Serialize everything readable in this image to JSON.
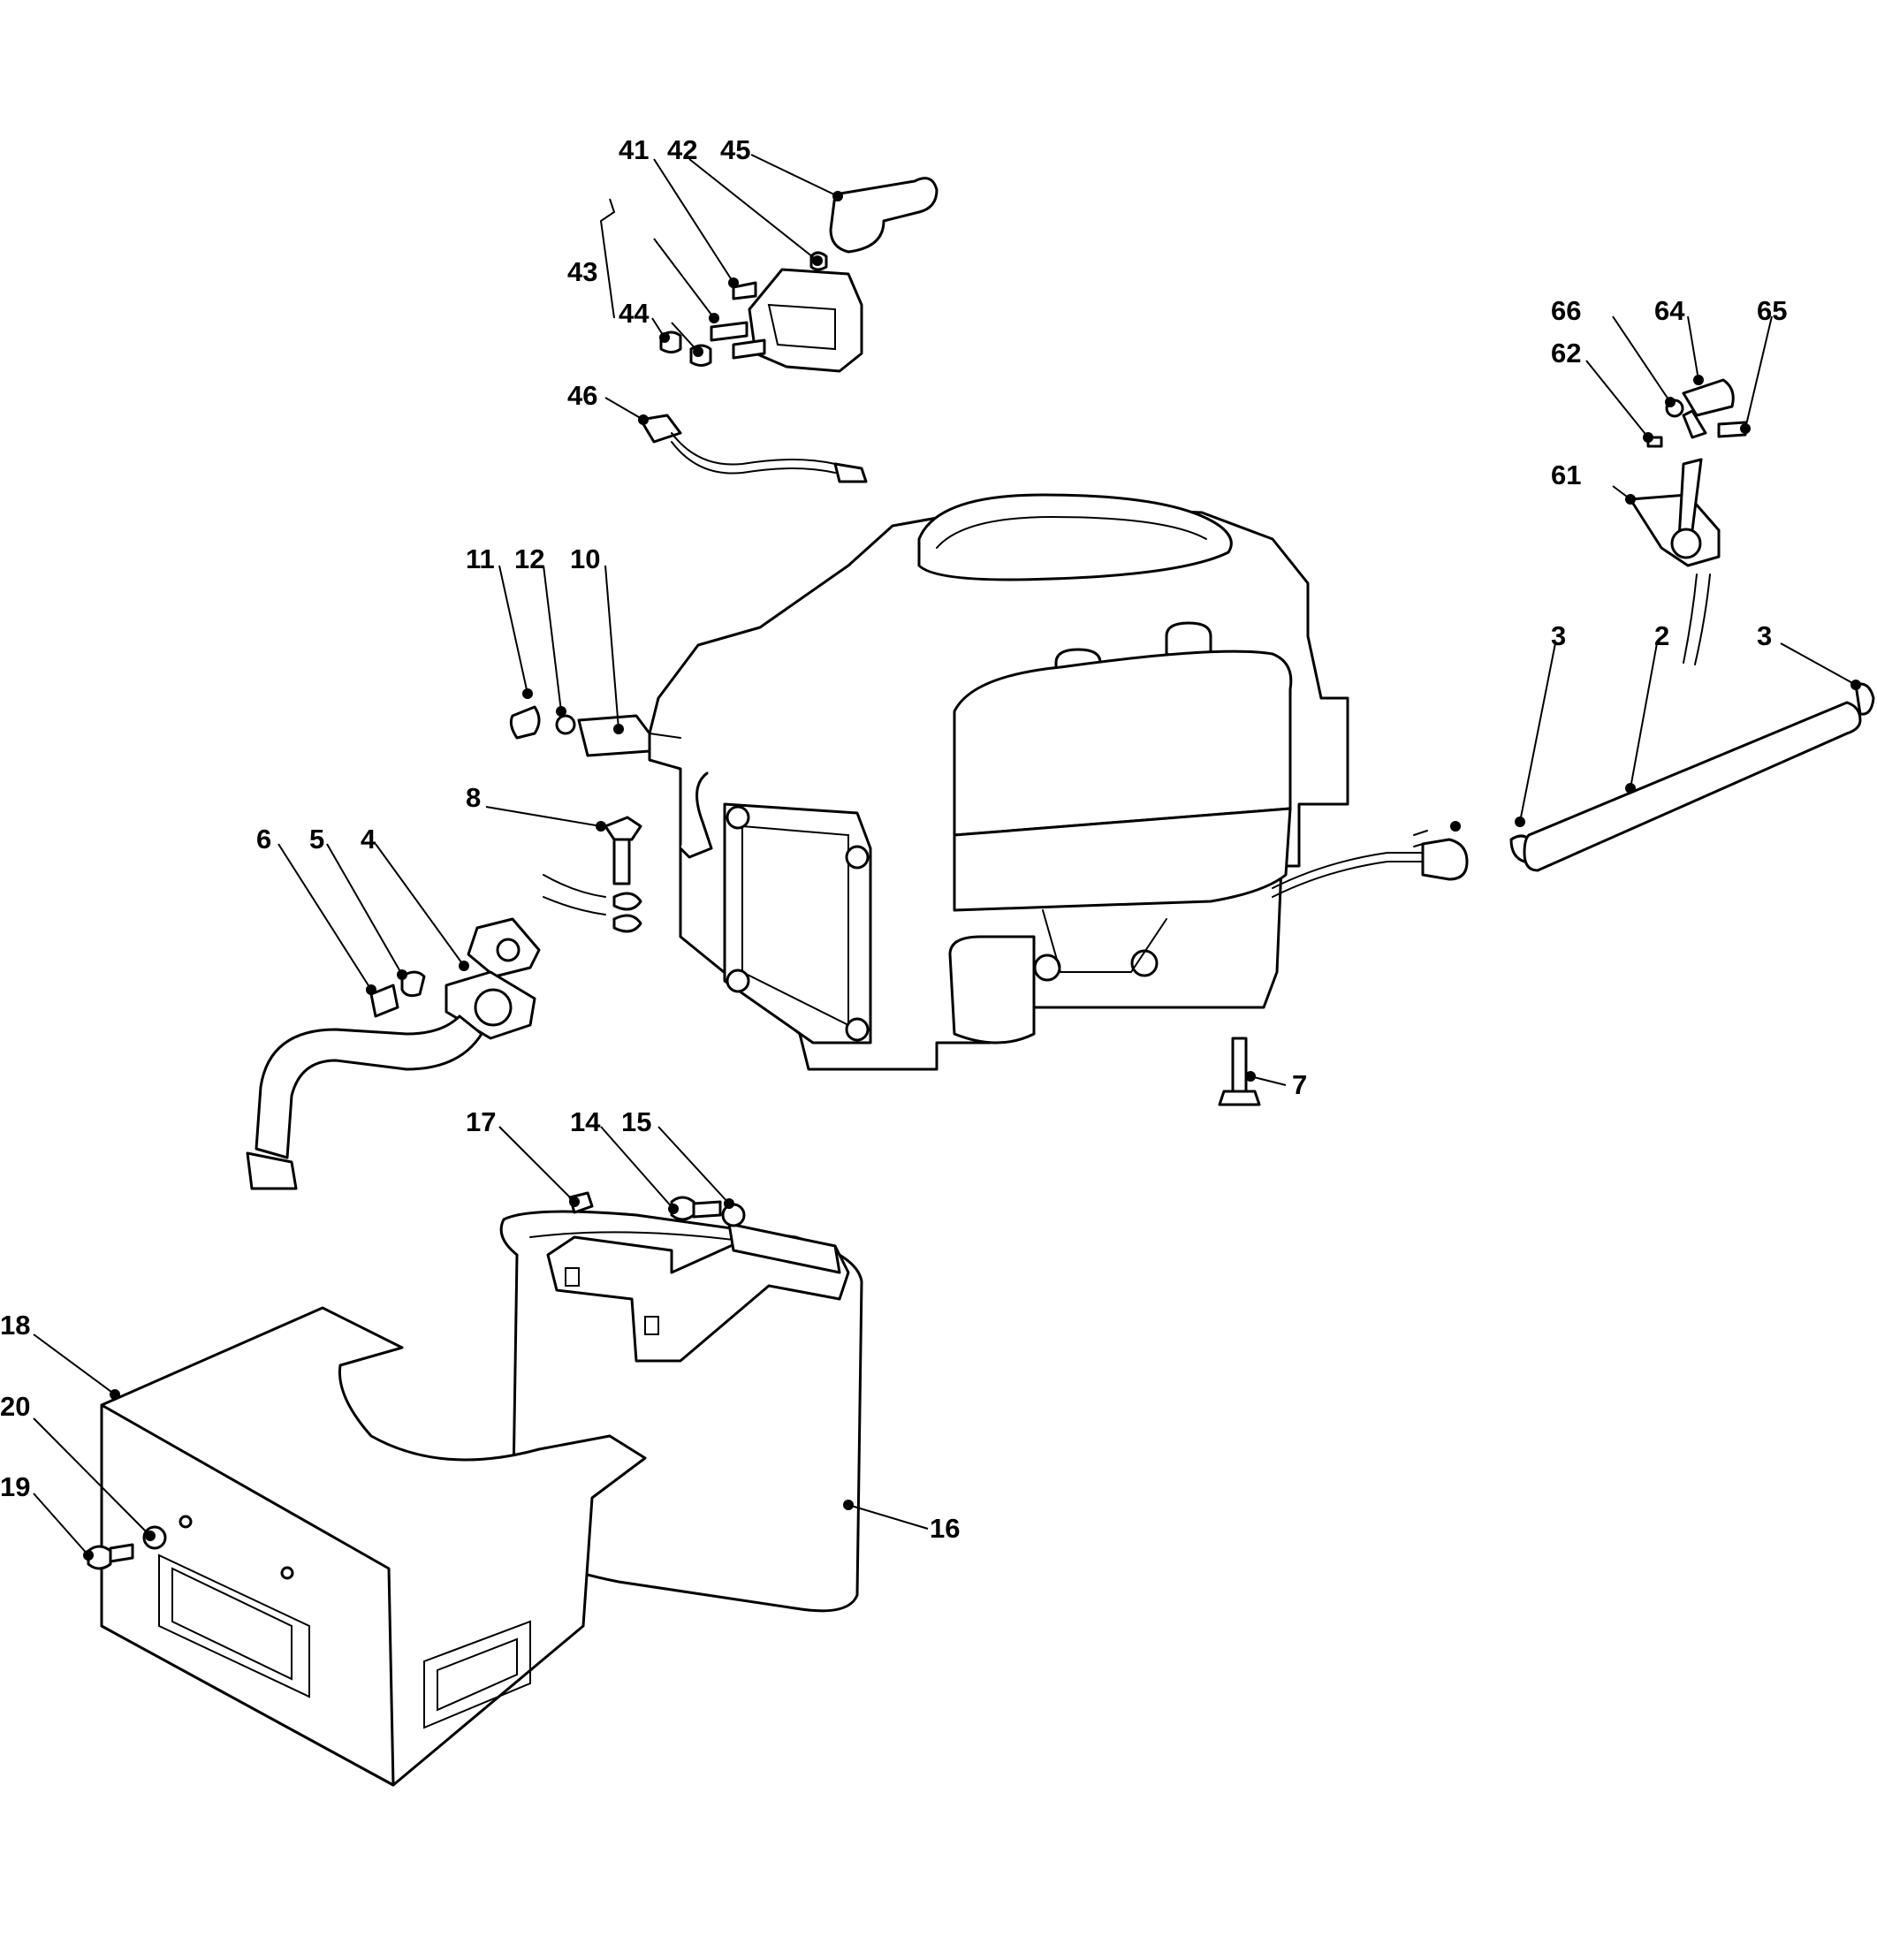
{
  "callouts": {
    "c2": "2",
    "c3a": "3",
    "c3b": "3",
    "c4": "4",
    "c5": "5",
    "c6": "6",
    "c7": "7",
    "c8": "8",
    "c10": "10",
    "c11": "11",
    "c12": "12",
    "c14": "14",
    "c15": "15",
    "c16": "16",
    "c17": "17",
    "c18": "18",
    "c19": "19",
    "c20": "20",
    "c41": "41",
    "c42": "42",
    "c43": "43",
    "c44": "44",
    "c45": "45",
    "c46": "46",
    "c61": "61",
    "c62": "62",
    "c64": "64",
    "c65": "65",
    "c66": "66"
  },
  "colors": {
    "line": "#000000",
    "fill": "#ffffff"
  }
}
